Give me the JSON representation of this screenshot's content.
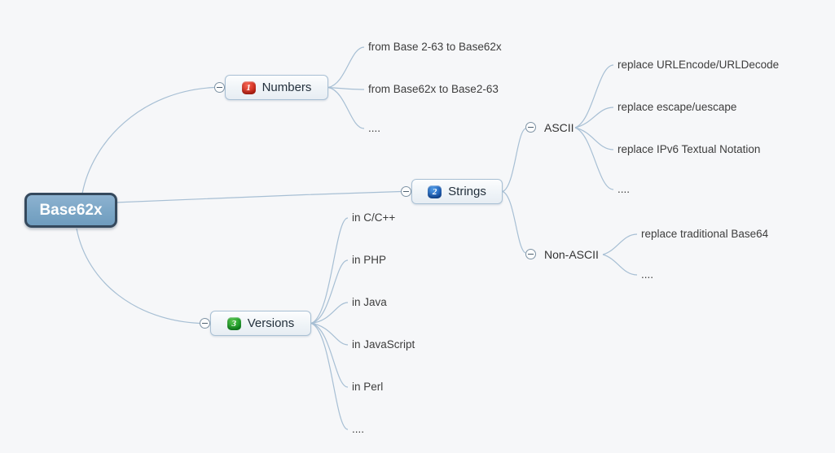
{
  "root": {
    "label": "Base62x"
  },
  "branches": [
    {
      "label": "Numbers",
      "badge": "1",
      "children": [
        {
          "label": "from Base 2-63 to Base62x"
        },
        {
          "label": "from Base62x to Base2-63"
        },
        {
          "label": "...."
        }
      ]
    },
    {
      "label": "Strings",
      "badge": "2",
      "children": [
        {
          "label": "ASCII",
          "children": [
            {
              "label": "replace URLEncode/URLDecode"
            },
            {
              "label": "replace escape/uescape"
            },
            {
              "label": "replace IPv6 Textual Notation"
            },
            {
              "label": "...."
            }
          ]
        },
        {
          "label": "Non-ASCII",
          "children": [
            {
              "label": "replace traditional Base64"
            },
            {
              "label": "...."
            }
          ]
        }
      ]
    },
    {
      "label": "Versions",
      "badge": "3",
      "children": [
        {
          "label": "in C/C++"
        },
        {
          "label": "in PHP"
        },
        {
          "label": "in Java"
        },
        {
          "label": "in JavaScript"
        },
        {
          "label": "in Perl"
        },
        {
          "label": "...."
        }
      ]
    }
  ],
  "colors": {
    "background": "#f6f7f9",
    "connector": "#a7bfd4",
    "root_fill": "#7ba6c6",
    "root_border": "#35495d",
    "node_border": "#a9c0d4",
    "badge_numbers": "#ce2315",
    "badge_strings": "#1757b3",
    "badge_versions": "#139a23"
  }
}
